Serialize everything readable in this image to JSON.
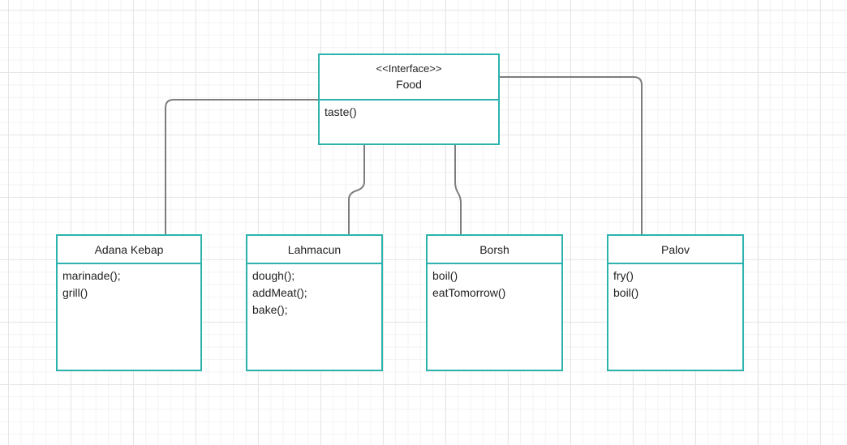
{
  "diagram": {
    "interface": {
      "stereotype": "<<Interface>>",
      "name": "Food",
      "methods": [
        "taste()"
      ]
    },
    "classes": [
      {
        "name": "Adana Kebap",
        "methods": [
          "marinade();",
          "grill()"
        ]
      },
      {
        "name": "Lahmacun",
        "methods": [
          "dough();",
          "addMeat();",
          "bake();"
        ]
      },
      {
        "name": "Borsh",
        "methods": [
          "boil()",
          "eatTomorrow()"
        ]
      },
      {
        "name": "Palov",
        "methods": [
          "fry()",
          "boil()"
        ]
      }
    ],
    "colors": {
      "border": "#2cb3ae",
      "connector": "#7d7d7d",
      "grid": "#e6e6e6"
    }
  }
}
